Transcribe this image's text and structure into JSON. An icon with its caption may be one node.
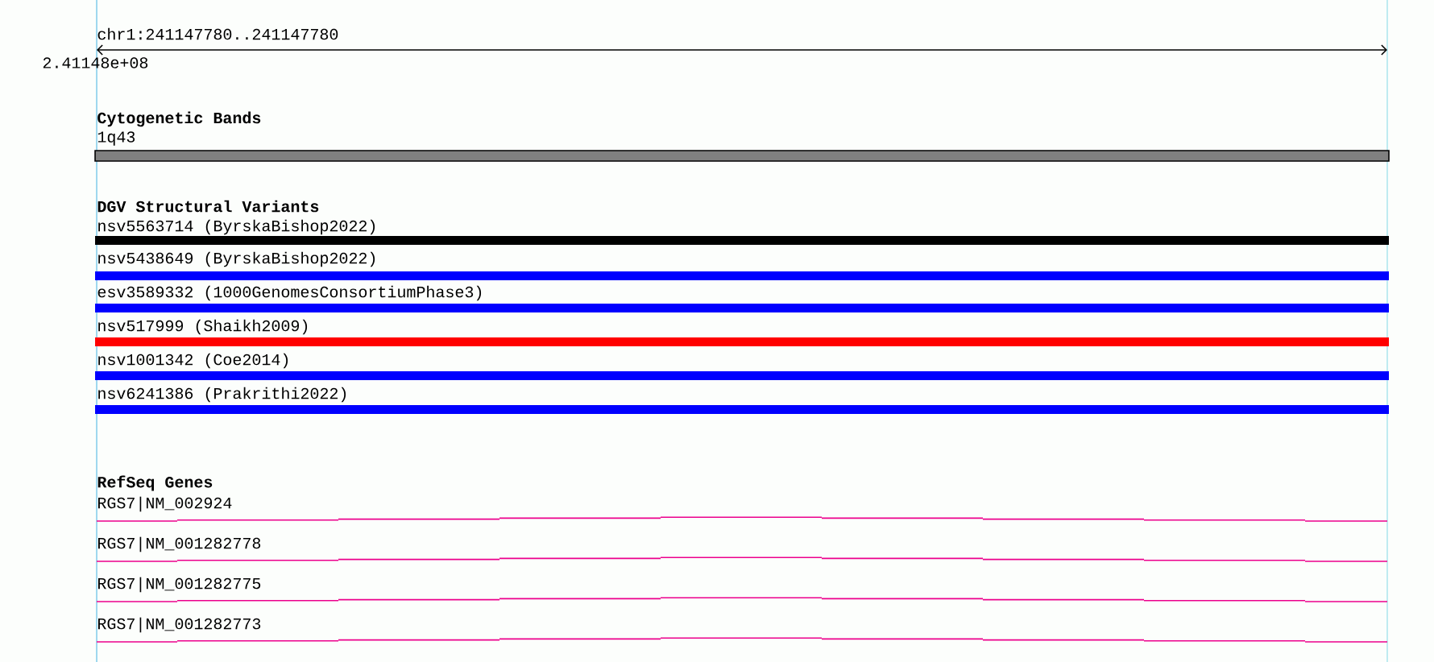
{
  "diagram": {
    "labels": [
      "chr1:241147780..241147780",
      "2.41148e+08",
      "Cytogenetic Bands",
      "1q43",
      "DGV Structural Variants",
      "nsv5563714 (ByrskaBishop2022)",
      "nsv5438649 (ByrskaBishop2022)",
      "esv3589332 (1000GenomesConsortiumPhase3)",
      "nsv517999 (Shaikh2009)",
      "nsv1001342 (Coe2014)",
      "nsv6241386 (Prakrithi2022)",
      "RefSeq Genes",
      "RGS7|NM_002924",
      "RGS7|NM_001282778",
      "RGS7|NM_001282775",
      "RGS7|NM_001282773"
    ]
  }
}
